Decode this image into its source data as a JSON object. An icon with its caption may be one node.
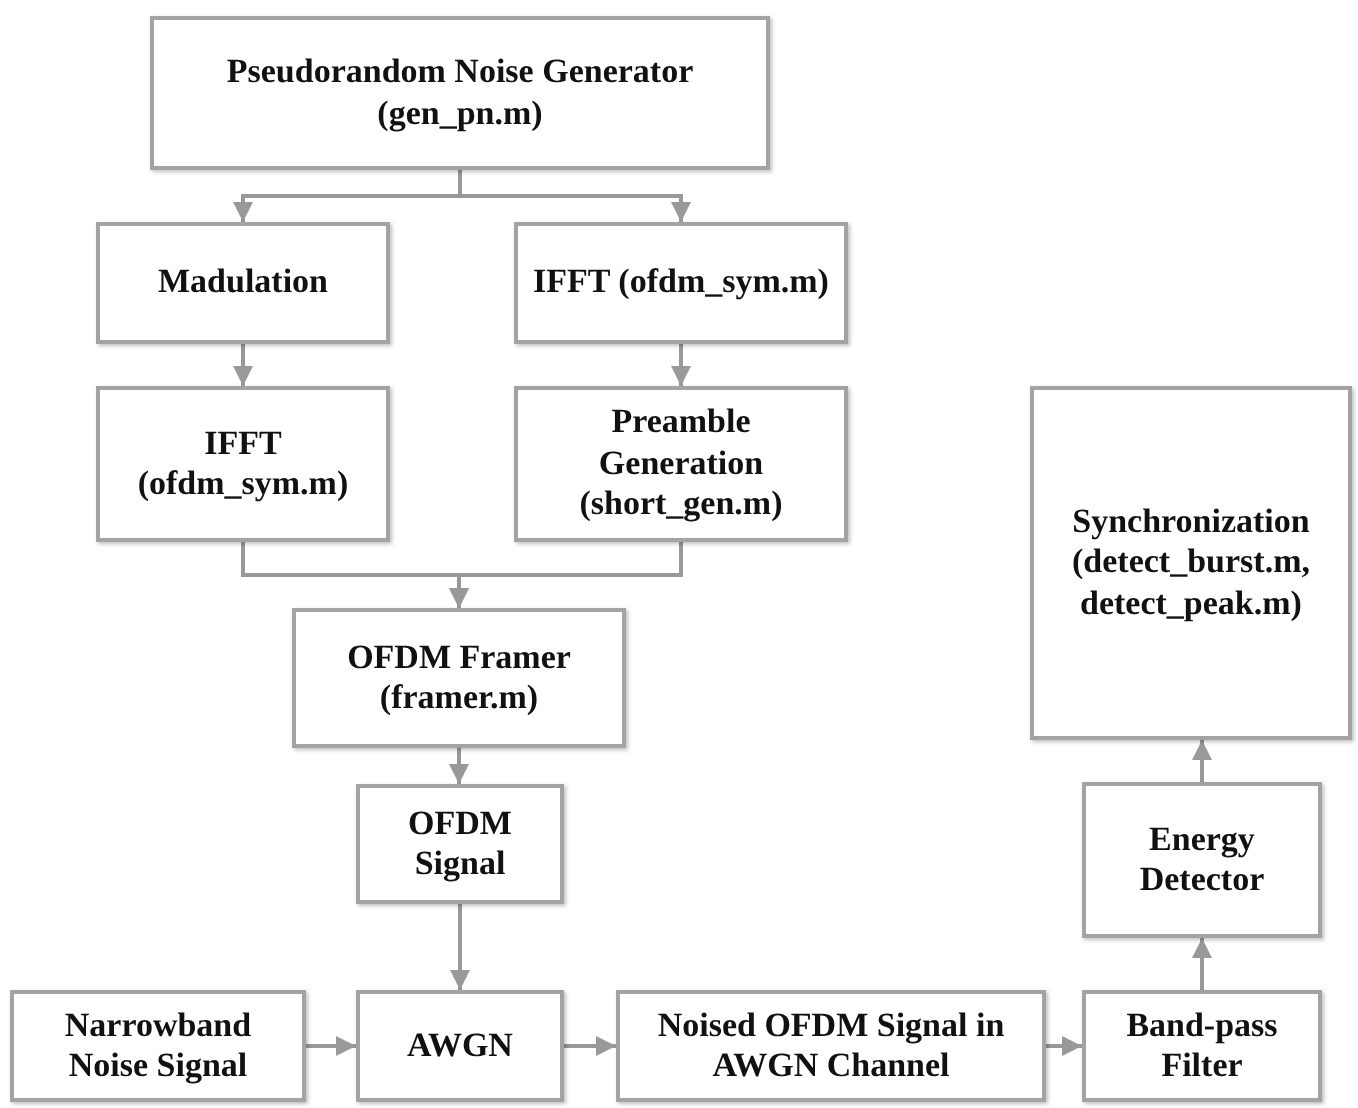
{
  "diagram": {
    "nodes": [
      {
        "text": [
          "Pseudorandom Noise Generator (gen_pn.m)"
        ]
      },
      {
        "text": [
          "Madulation"
        ]
      },
      {
        "text": [
          "IFFT (ofdm_sym.m)"
        ]
      },
      {
        "text": [
          "IFFT (ofdm_sym.m)"
        ]
      },
      {
        "text": [
          "Preamble Generation (short_gen.m)"
        ]
      },
      {
        "text": [
          "OFDM Framer (framer.m)"
        ]
      },
      {
        "text": [
          "OFDM Signal"
        ]
      },
      {
        "text": [
          "Narrowband Noise Signal"
        ]
      },
      {
        "text": [
          "AWGN"
        ]
      },
      {
        "text": [
          "Noised OFDM Signal in AWGN Channel"
        ]
      },
      {
        "text": [
          "Band-pass Filter"
        ]
      },
      {
        "text": [
          "Energy Detector"
        ]
      },
      {
        "text": [
          "Synchronization (detect_burst.m, detect_peak.m)"
        ]
      }
    ],
    "edges": [
      {
        "from": 0,
        "to": 1,
        "arrow": "to"
      },
      {
        "from": 0,
        "to": 2,
        "arrow": "to"
      },
      {
        "from": 1,
        "to": 3,
        "arrow": "to"
      },
      {
        "from": 2,
        "to": 4,
        "arrow": "to"
      },
      {
        "from": 3,
        "to": 5,
        "arrow": "to"
      },
      {
        "from": 4,
        "to": 5,
        "arrow": "to"
      },
      {
        "from": 5,
        "to": 6,
        "arrow": "to"
      },
      {
        "from": 6,
        "to": 8,
        "arrow": "to"
      },
      {
        "from": 7,
        "to": 8,
        "arrow": "to"
      },
      {
        "from": 8,
        "to": 9,
        "arrow": "to"
      },
      {
        "from": 9,
        "to": 10,
        "arrow": "to"
      },
      {
        "from": 10,
        "to": 11,
        "arrow": "to"
      },
      {
        "from": 11,
        "to": 12,
        "arrow": "to"
      }
    ]
  }
}
